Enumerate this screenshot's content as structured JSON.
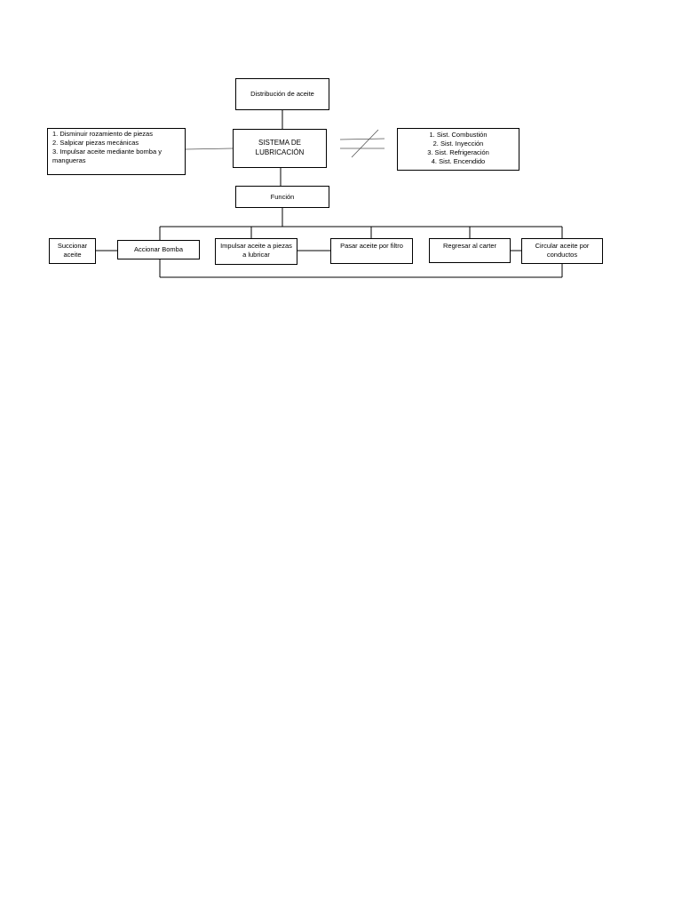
{
  "diagram": {
    "top_box": "Distribución de aceite",
    "system_box": {
      "line1": "SISTEMA DE",
      "line2": "LUBRICACIÓN"
    },
    "left_list": [
      "1. Disminuir rozamiento de piezas",
      "2. Salpicar piezas mecánicas",
      "3. Impulsar aceite mediante bomba y mangueras"
    ],
    "relation_symbol": "not-equal",
    "right_list": [
      "1. Sist. Combustión",
      "2. Sist. Inyección",
      "3. Sist. Refrigeración",
      "4. Sist. Encendido"
    ],
    "function_box": "Función",
    "steps": {
      "succionar": "Succionar aceite",
      "accionar": "Accionar Bomba",
      "impulsar": "Impulsar aceite a piezas a lubricar",
      "pasar": "Pasar aceite por filtro",
      "regresar": "Regresar al carter",
      "circular": "Circular aceite por conductos"
    },
    "colors": {
      "line": "#000000",
      "symbol_line": "#555555",
      "background": "#ffffff"
    }
  }
}
